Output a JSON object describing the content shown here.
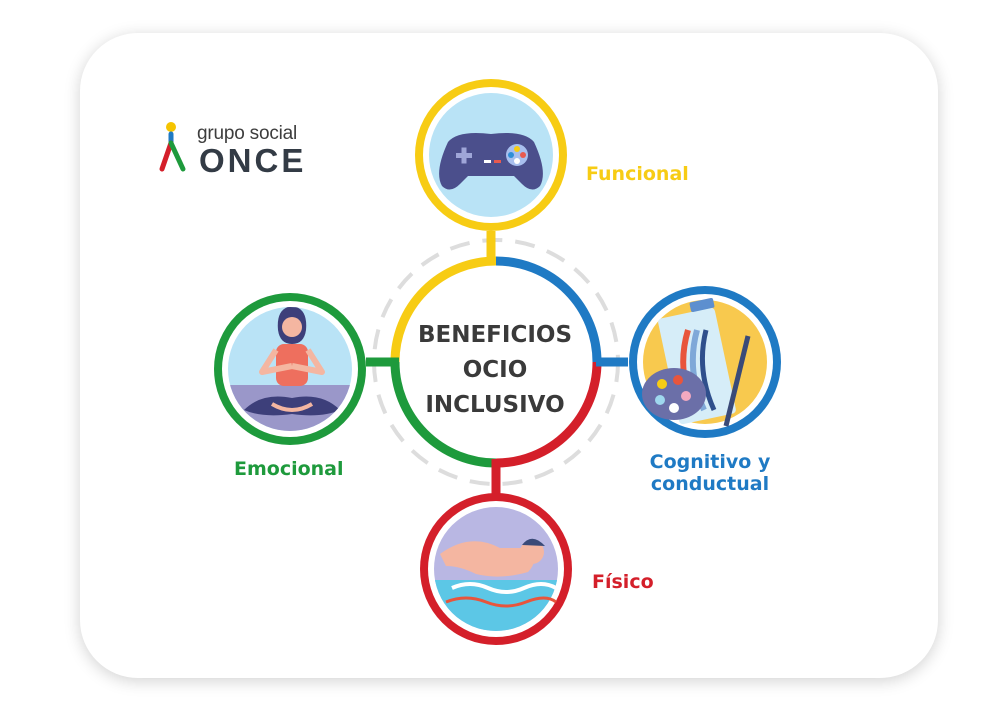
{
  "logo": {
    "top_text": "grupo social",
    "brand_text": "ONCE",
    "colors": {
      "dot": "#f5c400",
      "stroke_blue": "#1f7ac4",
      "stroke_red": "#d41f2a",
      "stroke_green": "#1e9a3c"
    }
  },
  "center": {
    "lines": [
      "BENEFICIOS",
      "OCIO",
      "INCLUSIVO"
    ]
  },
  "benefits": [
    {
      "label": "Funcional",
      "color": "#f7cc14",
      "icon": "gamepad-icon"
    },
    {
      "label_lines": [
        "Cognitivo y",
        "conductual"
      ],
      "color": "#1f7ac4",
      "icon": "painting-palette-icon"
    },
    {
      "label": "Físico",
      "color": "#d41f2a",
      "icon": "swimmer-icon"
    },
    {
      "label": "Emocional",
      "color": "#1e9a3c",
      "icon": "meditation-icon"
    }
  ]
}
